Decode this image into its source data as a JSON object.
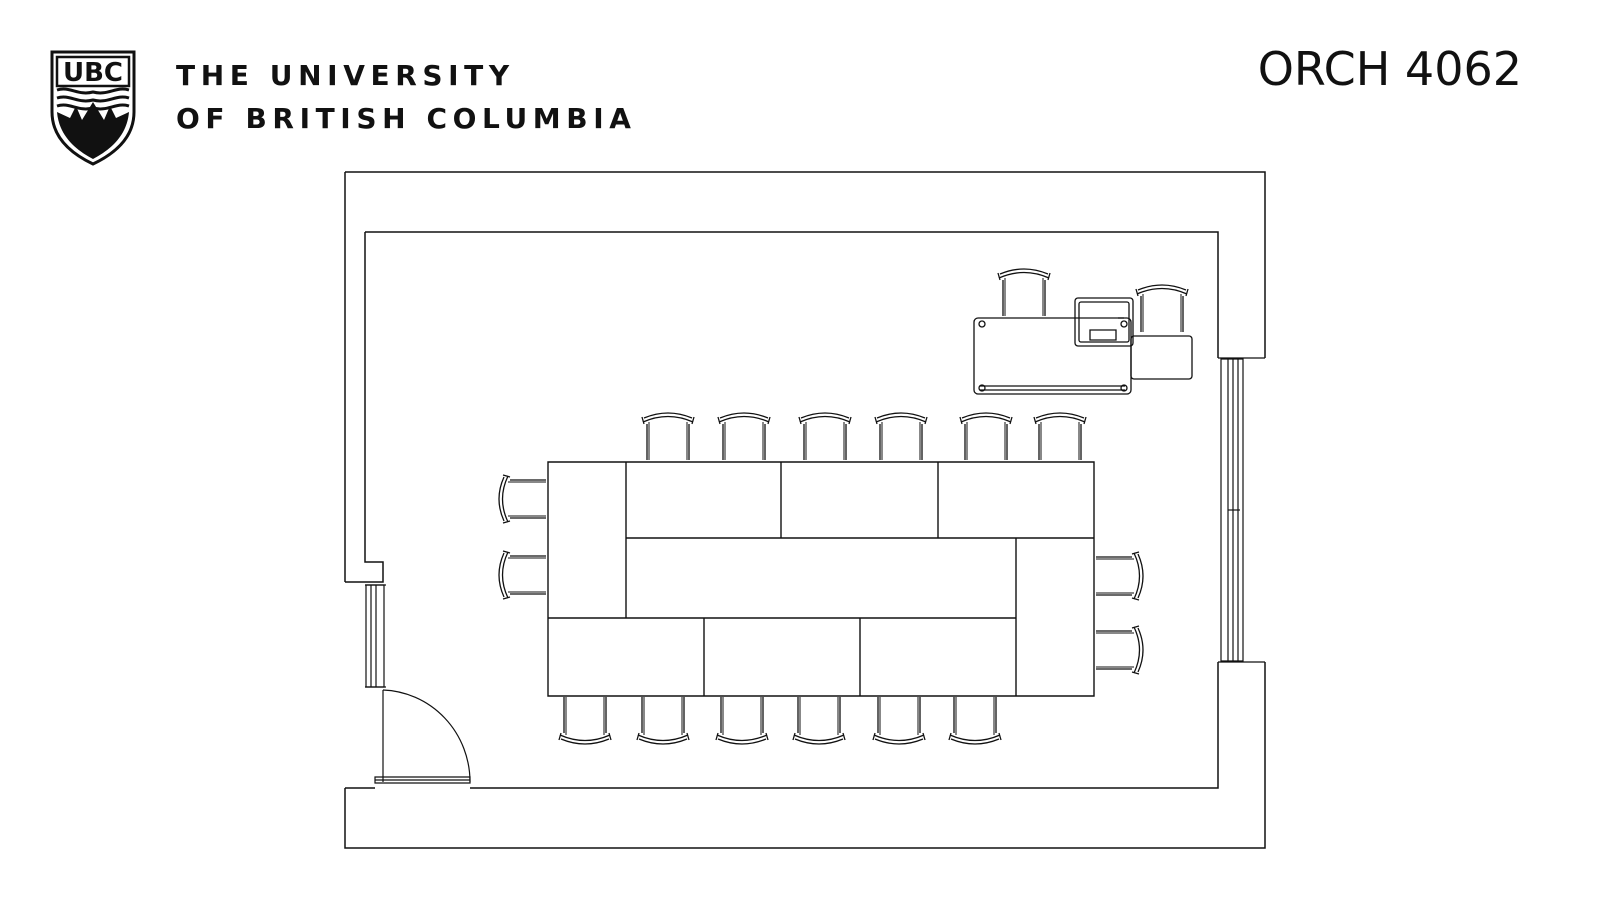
{
  "header": {
    "logo_text": "UBC",
    "institution_line1": "THE UNIVERSITY",
    "institution_line2": "OF BRITISH COLUMBIA",
    "room_code": "ORCH 4062"
  },
  "floor_plan": {
    "conference_table_seats": 16,
    "table_end_seats": 4,
    "desk_seats": 2
  },
  "colors": {
    "line": "#111111",
    "background": "#ffffff"
  }
}
